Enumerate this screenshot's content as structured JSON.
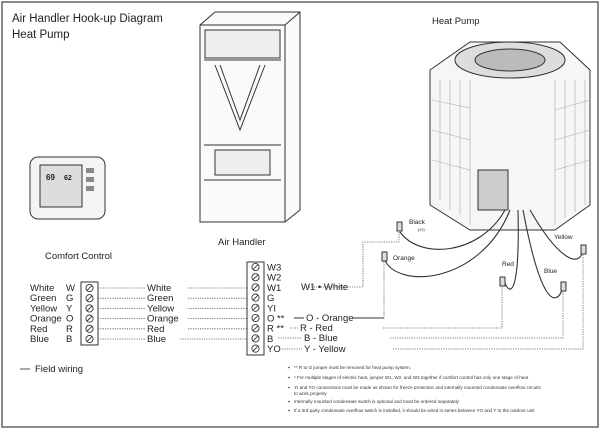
{
  "title": {
    "line1": "Air Handler Hook-up Diagram",
    "line2": "Heat Pump"
  },
  "heat_pump": {
    "label": "Heat Pump",
    "wires": {
      "black": "Black",
      "black_sub": "(X2)",
      "orange": "Orange",
      "red": "Red",
      "blue": "Blue",
      "yellow": "Yellow"
    }
  },
  "comfort_control": {
    "label": "Comfort Control",
    "rows": [
      {
        "color": "White",
        "terminal": "W",
        "wire": "White"
      },
      {
        "color": "Green",
        "terminal": "G",
        "wire": "Green"
      },
      {
        "color": "Yellow",
        "terminal": "Y",
        "wire": "Yellow"
      },
      {
        "color": "Orange",
        "terminal": "O",
        "wire": "Orange"
      },
      {
        "color": "Red",
        "terminal": "R",
        "wire": "Red"
      },
      {
        "color": "Blue",
        "terminal": "B",
        "wire": "Blue"
      }
    ]
  },
  "air_handler": {
    "label": "Air Handler",
    "terminals": [
      "W3",
      "W2",
      "W1",
      "G",
      "YI",
      "O **",
      "R **",
      "B",
      "YO"
    ],
    "outputs": {
      "w1": "W1 • White",
      "o": "O - Orange",
      "r": "R - Red",
      "b": "B - Blue",
      "y": "Y - Yellow"
    }
  },
  "legend": {
    "field_wiring": "Field wiring"
  },
  "notes": [
    "** R to O jumper must be removed for heat pump system.",
    "* For multiple stages of electric heat, jumper W1, W2, and W3 together if comfort control has only one stage of heat",
    "YI and YO connections must be made as shown for freeze protection and internally mounted condensate overflow circuits",
    "to work properly",
    "Internally mounted condensate switch is optional and must be ordered separately",
    "If a 3rd party condensate overflow switch is installed, it should be wired in series between YO and Y to the outdoor unit"
  ]
}
